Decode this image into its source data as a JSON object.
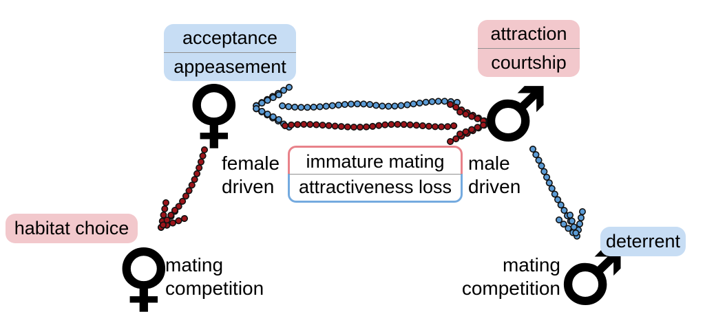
{
  "boxes": {
    "acceptance_appeasement": {
      "line1": "acceptance",
      "line2": "appeasement"
    },
    "attraction_courtship": {
      "line1": "attraction",
      "line2": "courtship"
    },
    "immature_mating": {
      "line1": "immature mating",
      "line2": "attractiveness loss"
    },
    "habitat_choice": {
      "label": "habitat choice"
    },
    "deterrent": {
      "label": "deterrent"
    }
  },
  "labels": {
    "female_driven": {
      "line1": "female",
      "line2": "driven"
    },
    "male_driven": {
      "line1": "male",
      "line2": "driven"
    },
    "mating_competition_left": {
      "line1": "mating",
      "line2": "competition"
    },
    "mating_competition_right": {
      "line1": "mating",
      "line2": "competition"
    }
  },
  "symbols": {
    "female_top": "♀",
    "male_top": "♂",
    "female_bottom": "♀",
    "male_bottom": "♂"
  },
  "colors": {
    "blue_box_bg": "#c7ddf4",
    "pink_box_bg": "#f2c8cc",
    "blue_bead": "#5b9bd5",
    "red_bead": "#9c151b",
    "bead_outline": "#111111",
    "center_border_top": "#e8828a",
    "center_border_bottom": "#74aadf",
    "divider_gray": "#8f8f8f"
  }
}
